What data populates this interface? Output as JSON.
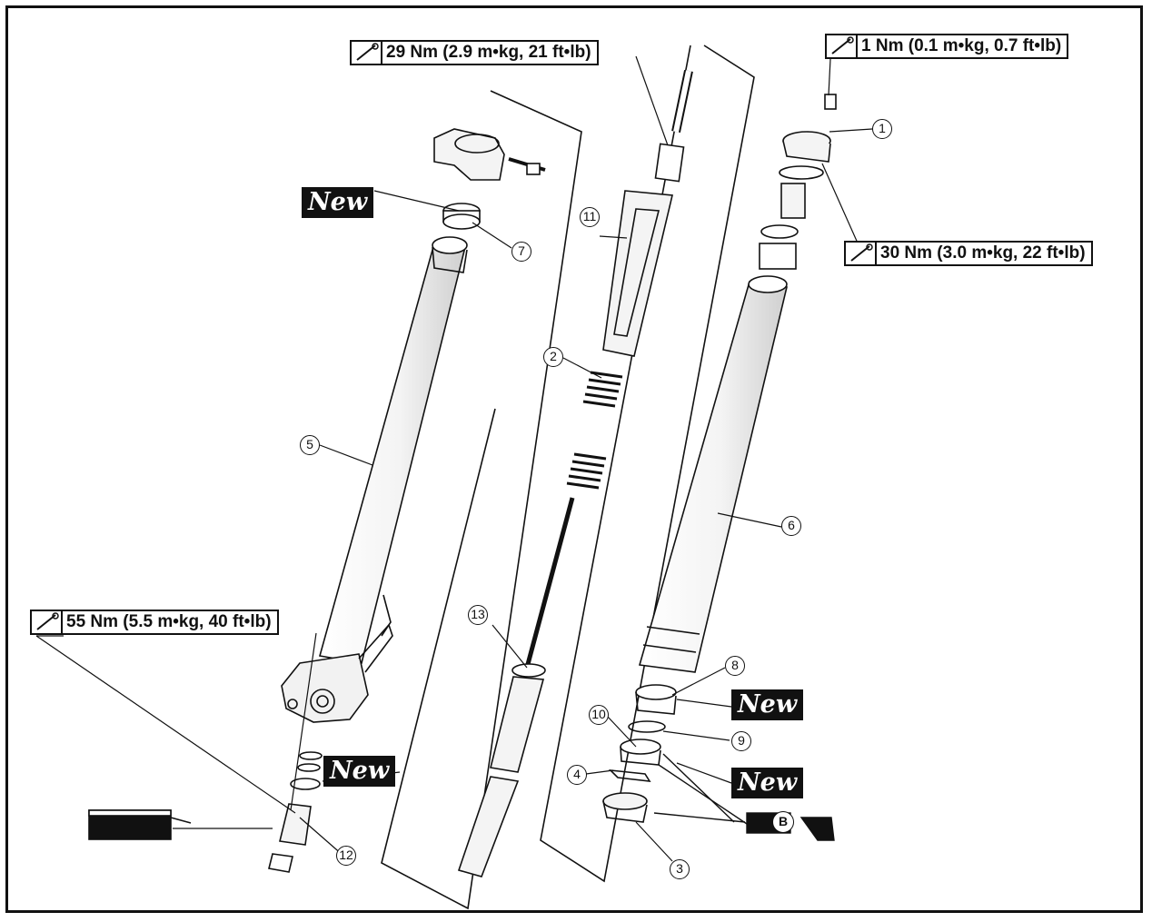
{
  "torque_specs": [
    {
      "id": "t29",
      "text": "29 Nm (2.9 m•kg, 21 ft•lb)"
    },
    {
      "id": "t1",
      "text": "1 Nm (0.1 m•kg, 0.7 ft•lb)"
    },
    {
      "id": "t30",
      "text": "30 Nm (3.0 m•kg, 22 ft•lb)"
    },
    {
      "id": "t55",
      "text": "55 Nm (5.5 m•kg, 40 ft•lb)"
    }
  ],
  "new_label": "New",
  "callouts": [
    "1",
    "2",
    "3",
    "4",
    "5",
    "6",
    "7",
    "8",
    "9",
    "10",
    "11",
    "12",
    "13"
  ],
  "grease_label": "B",
  "icons": {
    "torque": "torque-wrench-icon",
    "grease": "grease-gun-icon",
    "threadlock": "threadlock-tube-icon"
  }
}
